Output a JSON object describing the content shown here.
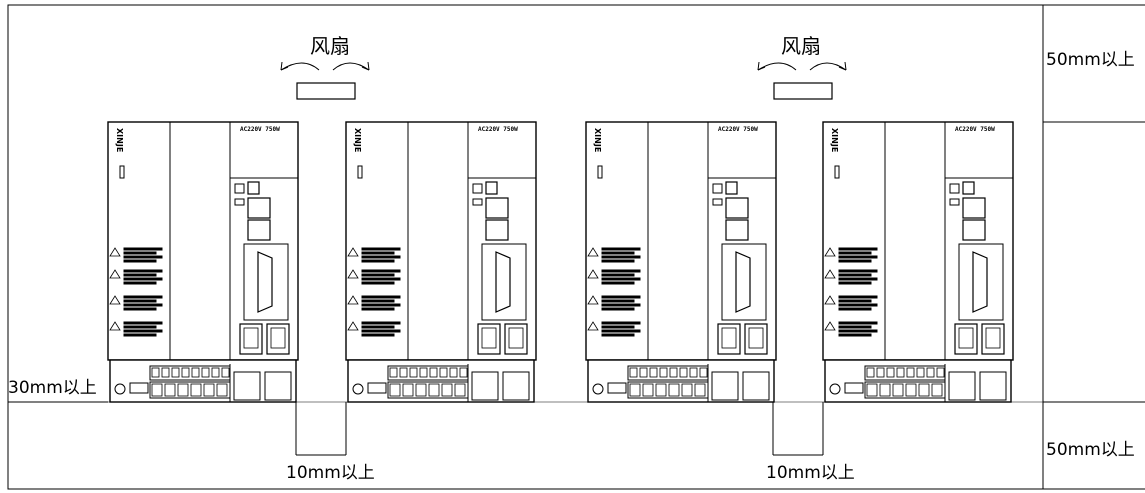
{
  "diagram": {
    "fan_labels": [
      "风扇",
      "风扇"
    ],
    "clearance_top": "50mm以上",
    "clearance_bottom": "50mm以上",
    "clearance_side": "30mm以上",
    "gap_labels": [
      "10mm以上",
      "10mm以上"
    ],
    "drive_units": [
      {
        "model": "AC220V 750W"
      },
      {
        "model": "AC220V 750W"
      },
      {
        "model": "AC220V 750W"
      },
      {
        "model": "AC220V 750W"
      }
    ],
    "colors": {
      "line": "#000000",
      "background": "#ffffff"
    }
  }
}
